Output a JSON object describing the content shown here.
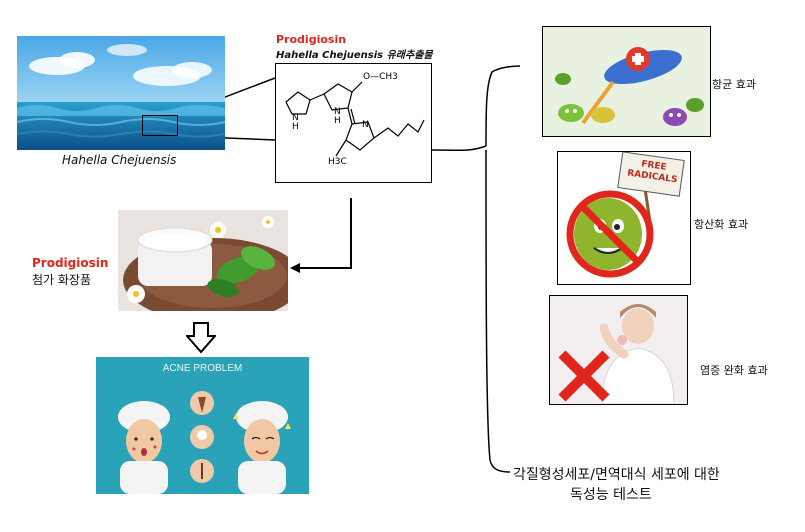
{
  "source": {
    "caption": "Hahella Chejuensis"
  },
  "compound": {
    "name": "Prodigiosin",
    "origin": "Hahella Chejuensis 유래추출물",
    "struct_labels": {
      "methoxy": "O—CH3",
      "nh_left": "N\nH",
      "nh_mid": "N\nH",
      "methyl": "H3C",
      "n_right": "N"
    }
  },
  "cosmetic": {
    "name": "Prodigiosin",
    "label": "첨가 화장품"
  },
  "acne": {
    "title": "ACNE PROBLEM"
  },
  "effects": {
    "antibacterial": "항균 효과",
    "antioxidant": "항산화 효과",
    "antioxidant_sign": "FREE\nRADICALS",
    "anti_inflammatory": "염증 완화 효과"
  },
  "test": {
    "line1": "각질형성세포/면역대식 세포에 대한",
    "line2": "독성능 테스트"
  }
}
